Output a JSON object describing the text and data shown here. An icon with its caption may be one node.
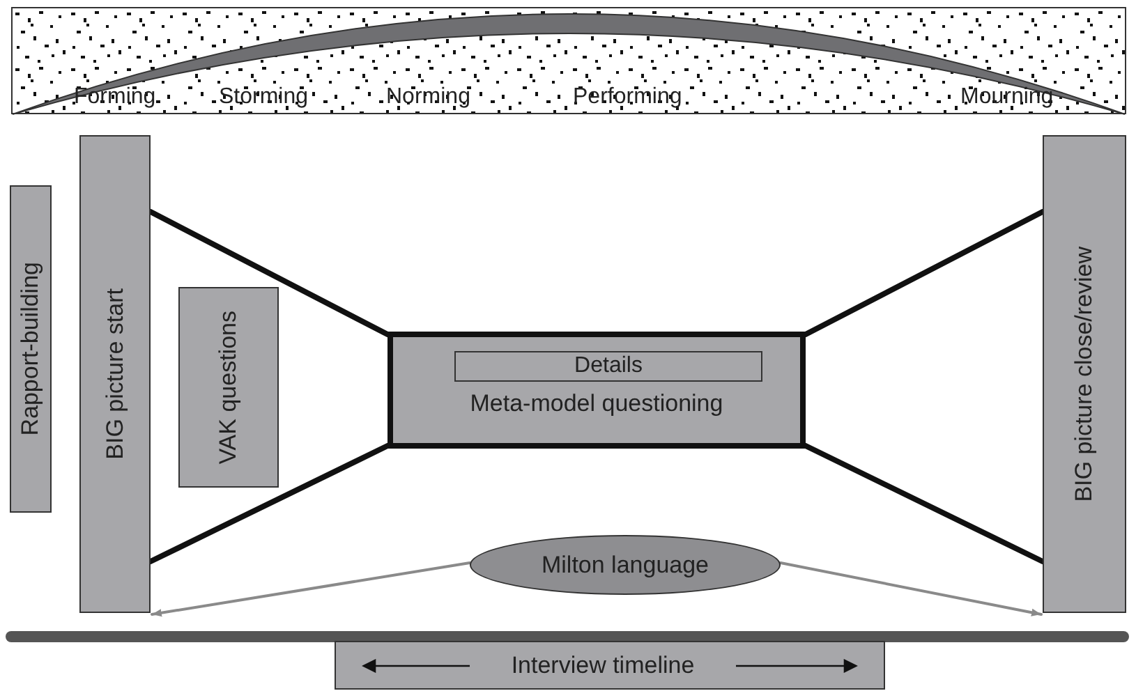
{
  "diagram": {
    "nodes": [
      {
        "text": [
          "Forming",
          "Storming",
          "Norming",
          "Performing",
          "Mourning"
        ]
      },
      {
        "text": [
          "Rapport-building"
        ]
      },
      {
        "text": [
          "BIG picture start"
        ]
      },
      {
        "text": [
          "VAK questions"
        ]
      },
      {
        "text": [
          "Meta-model questioning"
        ]
      },
      {
        "text": [
          "Details"
        ],
        "in": 4
      },
      {
        "text": [
          "BIG picture close/review"
        ]
      },
      {
        "text": [
          "Milton language"
        ]
      },
      {
        "text": [
          "Interview timeline"
        ]
      }
    ],
    "edges": [
      {
        "from": 2,
        "to": 4,
        "arrow": "none"
      },
      {
        "from": 2,
        "to": 4,
        "arrow": "none"
      },
      {
        "from": 4,
        "to": 6,
        "arrow": "none"
      },
      {
        "from": 4,
        "to": 6,
        "arrow": "none"
      },
      {
        "from": 7,
        "to": 2,
        "arrow": "to",
        "color": "#8a8a8a"
      },
      {
        "from": 7,
        "to": 6,
        "arrow": "to",
        "color": "#8a8a8a"
      }
    ]
  }
}
